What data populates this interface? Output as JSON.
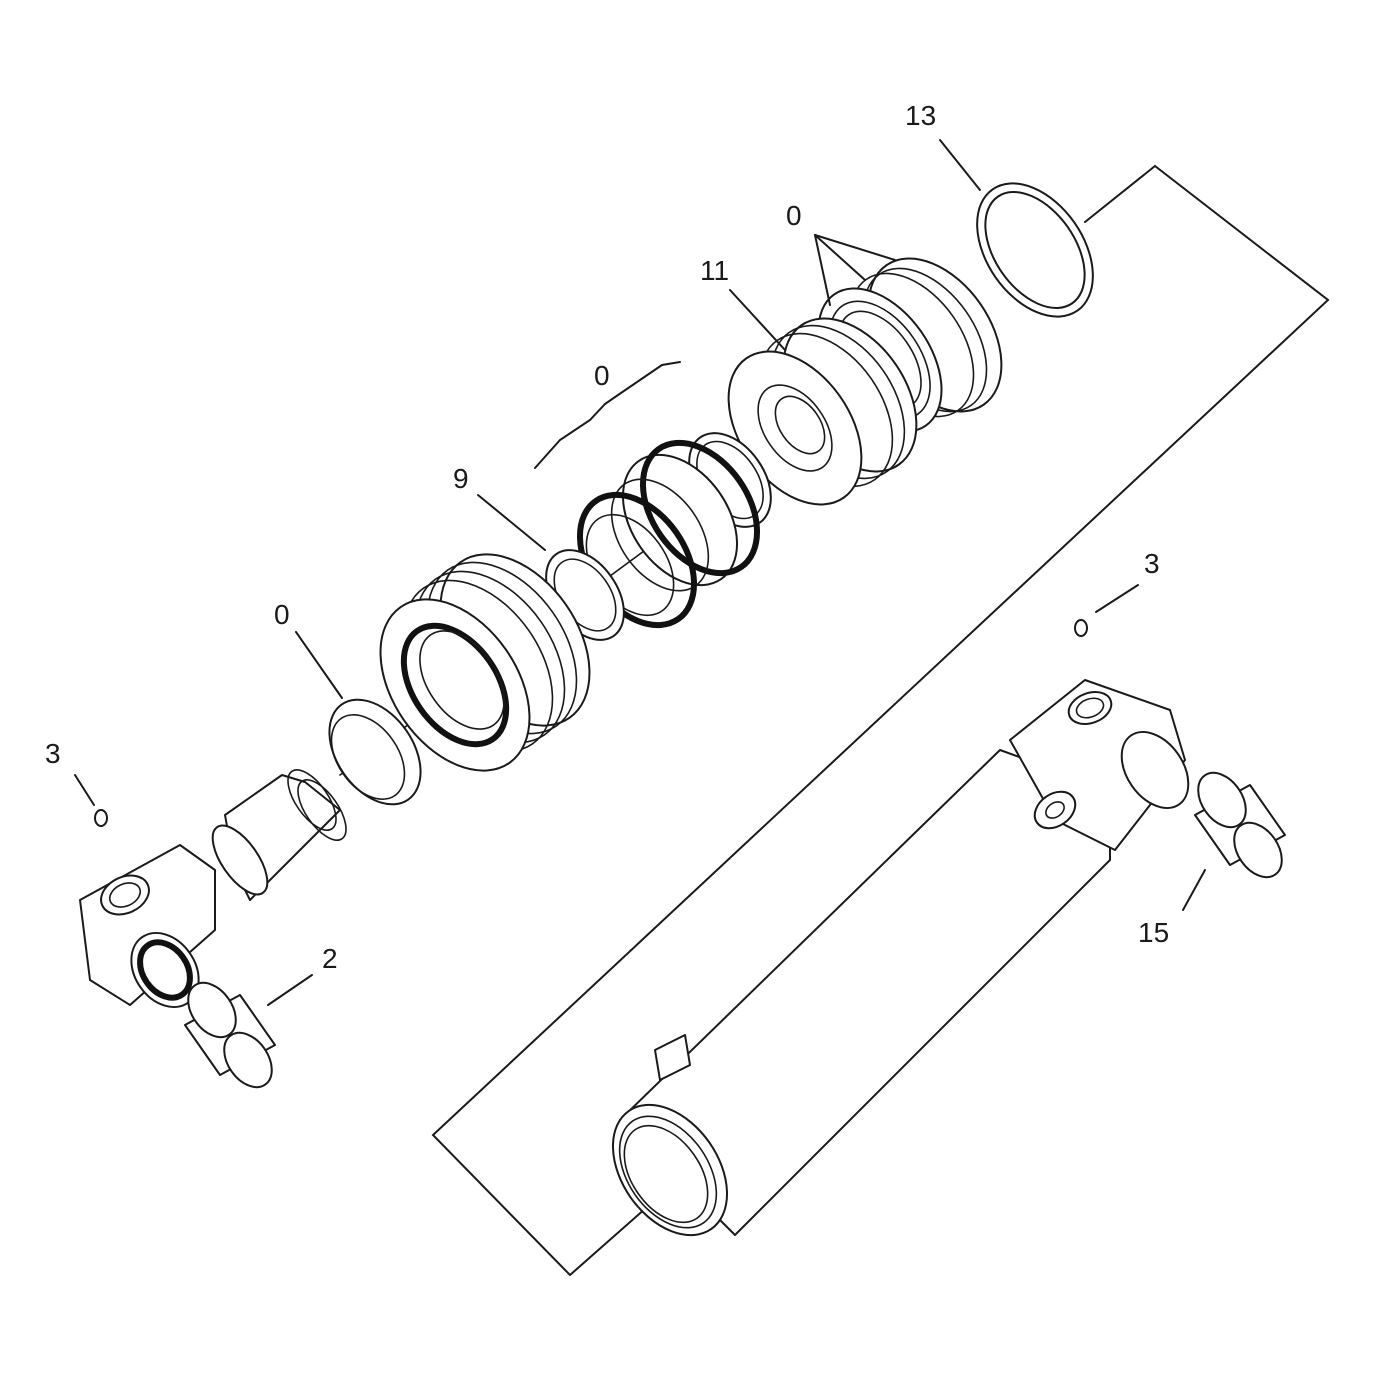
{
  "diagram": {
    "callouts": [
      {
        "id": "c13",
        "text": "13"
      },
      {
        "id": "c0a",
        "text": "0"
      },
      {
        "id": "c11",
        "text": "11"
      },
      {
        "id": "c0b",
        "text": "0"
      },
      {
        "id": "c9",
        "text": "9"
      },
      {
        "id": "c0c",
        "text": "0"
      },
      {
        "id": "c3a",
        "text": "3"
      },
      {
        "id": "c2",
        "text": "2"
      },
      {
        "id": "c3b",
        "text": "3"
      },
      {
        "id": "c15",
        "text": "15"
      }
    ],
    "colors": {
      "line": "#1a1a1a",
      "background": "#ffffff"
    }
  }
}
